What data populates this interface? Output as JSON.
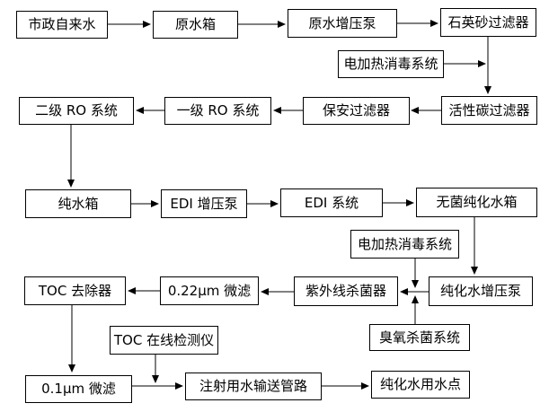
{
  "diagram": {
    "type": "flowchart",
    "description_nodes_count": 23,
    "colors": {
      "background": "#ffffff",
      "box_border": "#000000",
      "line": "#000000",
      "text": "#000000"
    }
  },
  "nodes": [
    {
      "id": "municipal-tap-water",
      "label": "市政自来水"
    },
    {
      "id": "raw-water-tank",
      "label": "原水箱"
    },
    {
      "id": "raw-water-booster-pump",
      "label": "原水增压泵"
    },
    {
      "id": "quartz-sand-filter",
      "label": "石英砂过滤器"
    },
    {
      "id": "electric-heating-disinfection-system-1",
      "label": "电加热消毒系统"
    },
    {
      "id": "stage2-ro-system",
      "label": "二级 RO 系统"
    },
    {
      "id": "stage1-ro-system",
      "label": "一级 RO 系统"
    },
    {
      "id": "security-filter",
      "label": "保安过滤器"
    },
    {
      "id": "activated-carbon-filter",
      "label": "活性碳过滤器"
    },
    {
      "id": "pure-water-tank",
      "label": "纯水箱"
    },
    {
      "id": "edi-booster-pump",
      "label": "EDI 增压泵"
    },
    {
      "id": "edi-system",
      "label": "EDI 系统"
    },
    {
      "id": "sterile-purified-water-tank",
      "label": "无菌纯化水箱"
    },
    {
      "id": "electric-heating-disinfection-system-2",
      "label": "电加热消毒系统"
    },
    {
      "id": "toc-remover",
      "label": "TOC 去除器"
    },
    {
      "id": "micro-filter-022um",
      "label": "0.22μm 微滤"
    },
    {
      "id": "uv-sterilizer",
      "label": "紫外线杀菌器"
    },
    {
      "id": "purified-water-booster-pump",
      "label": "纯化水增压泵"
    },
    {
      "id": "ozone-sterilization-system",
      "label": "臭氧杀菌系统"
    },
    {
      "id": "toc-online-analyzer",
      "label": "TOC 在线检测仪"
    },
    {
      "id": "micro-filter-01um",
      "label": "0.1μm 微滤"
    },
    {
      "id": "injection-water-pipeline",
      "label": "注射用水输送管路"
    },
    {
      "id": "purified-water-use-point",
      "label": "纯化水用水点"
    }
  ],
  "edges": [
    {
      "from": "municipal-tap-water",
      "to": "raw-water-tank"
    },
    {
      "from": "raw-water-tank",
      "to": "raw-water-booster-pump"
    },
    {
      "from": "raw-water-booster-pump",
      "to": "quartz-sand-filter"
    },
    {
      "from": "quartz-sand-filter",
      "to": "activated-carbon-filter"
    },
    {
      "from": "electric-heating-disinfection-system-1",
      "to": "quartz-sand-filter/activated-carbon-filter-line"
    },
    {
      "from": "activated-carbon-filter",
      "to": "security-filter"
    },
    {
      "from": "security-filter",
      "to": "stage1-ro-system"
    },
    {
      "from": "stage1-ro-system",
      "to": "stage2-ro-system"
    },
    {
      "from": "stage2-ro-system",
      "to": "pure-water-tank"
    },
    {
      "from": "pure-water-tank",
      "to": "edi-booster-pump"
    },
    {
      "from": "edi-booster-pump",
      "to": "edi-system"
    },
    {
      "from": "edi-system",
      "to": "sterile-purified-water-tank"
    },
    {
      "from": "sterile-purified-water-tank",
      "to": "purified-water-booster-pump"
    },
    {
      "from": "electric-heating-disinfection-system-2",
      "to": "purified-water-booster-pump/uv-sterilizer-line"
    },
    {
      "from": "ozone-sterilization-system",
      "to": "purified-water-booster-pump/uv-sterilizer-line"
    },
    {
      "from": "purified-water-booster-pump",
      "to": "uv-sterilizer"
    },
    {
      "from": "uv-sterilizer",
      "to": "micro-filter-022um"
    },
    {
      "from": "micro-filter-022um",
      "to": "toc-remover"
    },
    {
      "from": "toc-remover",
      "to": "micro-filter-01um"
    },
    {
      "from": "toc-online-analyzer",
      "to": "micro-filter-01um/injection-water-pipeline-line"
    },
    {
      "from": "micro-filter-01um",
      "to": "injection-water-pipeline"
    },
    {
      "from": "injection-water-pipeline",
      "to": "purified-water-use-point"
    }
  ]
}
